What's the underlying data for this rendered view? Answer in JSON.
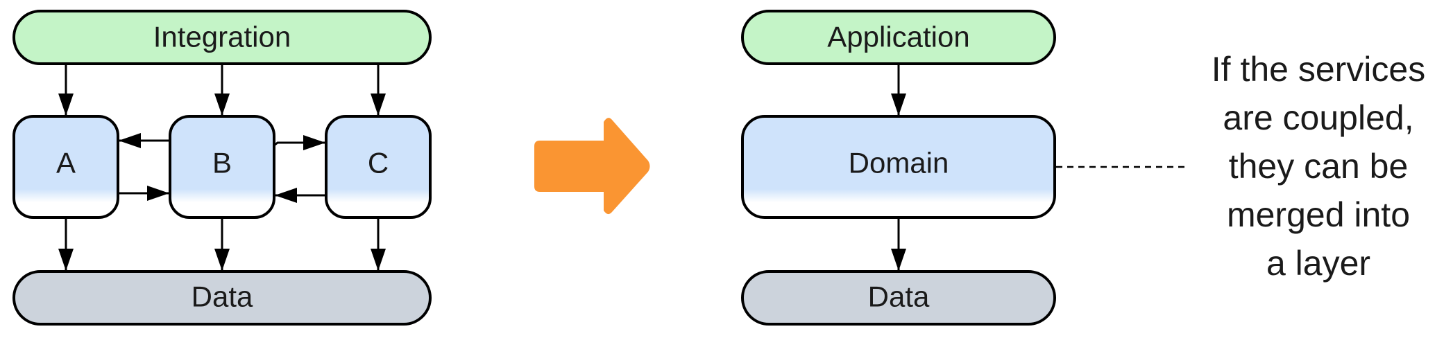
{
  "left": {
    "integration_label": "Integration",
    "services": [
      {
        "id": "a",
        "label": "A"
      },
      {
        "id": "b",
        "label": "B"
      },
      {
        "id": "c",
        "label": "C"
      }
    ],
    "data_label": "Data"
  },
  "right": {
    "application_label": "Application",
    "domain_label": "Domain",
    "data_label": "Data"
  },
  "note": {
    "lines": [
      "If the services",
      "are coupled,",
      "they can be",
      "merged into",
      "a layer"
    ]
  },
  "colors": {
    "green": "#c4f4c7",
    "blue": "#cfe3fb",
    "gray": "#ccd3dc",
    "orange": "#fa9532",
    "stroke": "#000000"
  },
  "icons": {
    "transition_arrow": "right-arrow-icon"
  }
}
